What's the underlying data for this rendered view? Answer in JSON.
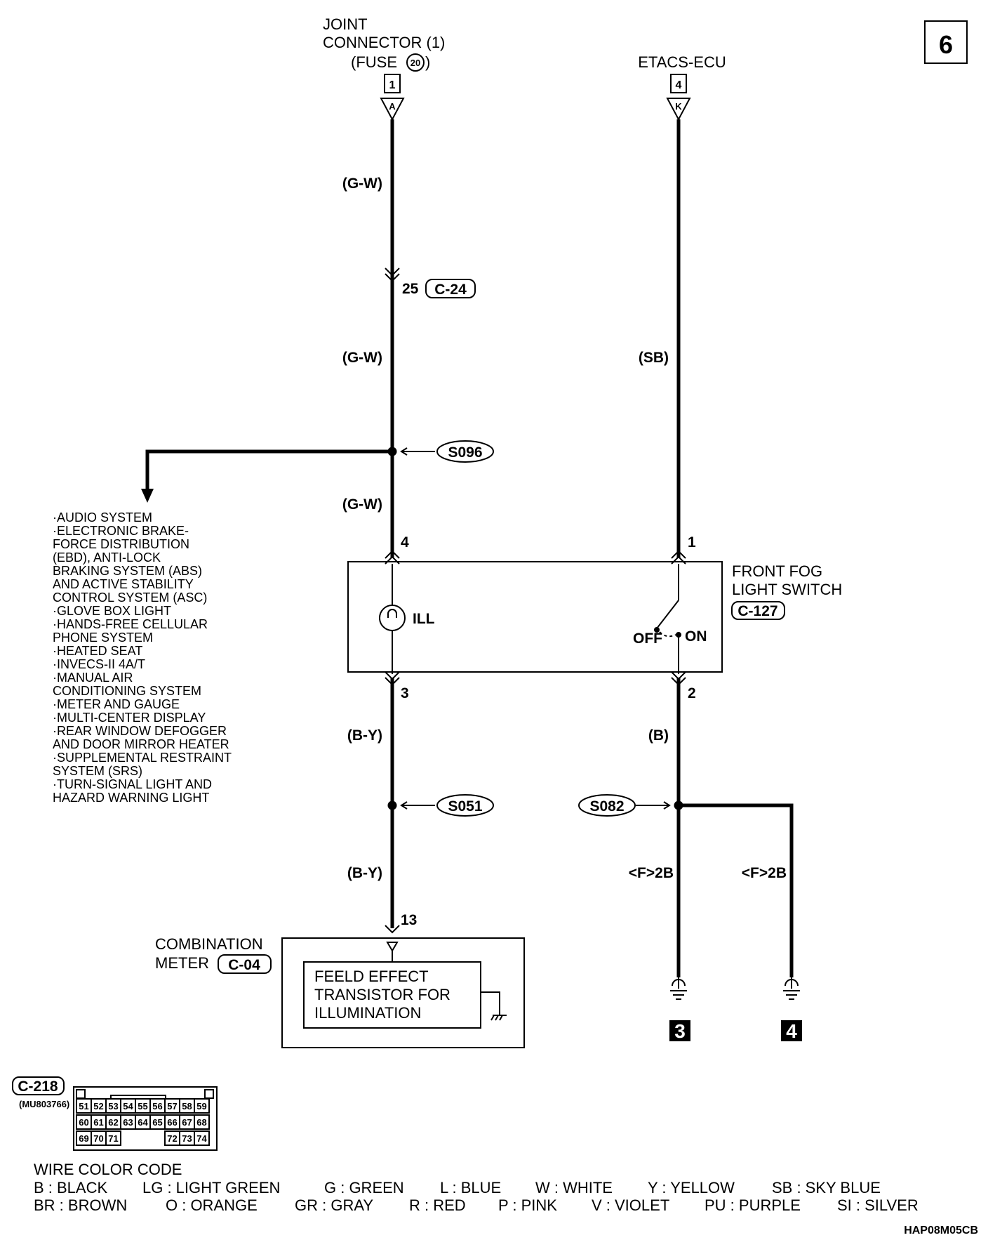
{
  "page_number": "6",
  "top_left": {
    "name_lines": [
      "JOINT",
      "CONNECTOR (1)",
      "(FUSE",
      ")"
    ],
    "fuse_number": "20",
    "pin": "1",
    "connector_letter": "A"
  },
  "top_right": {
    "name": "ETACS-ECU",
    "pin": "4",
    "connector_letter": "K"
  },
  "left_wire": {
    "color_top": "(G-W)",
    "junction_pin": "25",
    "junction_connector": "C-24",
    "color_mid": "(G-W)",
    "splice_top": "S096",
    "color_lower": "(G-W)",
    "switch_pin_top": "4",
    "switch_pin_bottom": "3",
    "color_b1": "(B-Y)",
    "splice_bottom": "S051",
    "color_b2": "(B-Y)",
    "meter_pin": "13"
  },
  "right_wire": {
    "color_top": "(SB)",
    "switch_pin_top": "1",
    "switch_pin_bottom": "2",
    "color_b1": "(B)",
    "splice": "S082",
    "label_left": "<F>2B",
    "label_right": "<F>2B",
    "ground_left": "3",
    "ground_right": "4"
  },
  "switch": {
    "name_lines": [
      "FRONT FOG",
      "LIGHT SWITCH"
    ],
    "connector": "C-127",
    "ill_label": "ILL",
    "off_label": "OFF",
    "on_label": "ON"
  },
  "systems_list": [
    "·AUDIO SYSTEM",
    "·ELECTRONIC BRAKE-",
    " FORCE DISTRIBUTION",
    " (EBD), ANTI-LOCK",
    " BRAKING SYSTEM (ABS)",
    " AND ACTIVE STABILITY",
    " CONTROL SYSTEM (ASC)",
    "·GLOVE BOX LIGHT",
    "·HANDS-FREE CELLULAR",
    " PHONE SYSTEM",
    "·HEATED SEAT",
    "·INVECS-II 4A/T",
    "·MANUAL AIR",
    " CONDITIONING SYSTEM",
    "·METER AND GAUGE",
    "·MULTI-CENTER DISPLAY",
    "·REAR WINDOW DEFOGGER",
    " AND DOOR MIRROR HEATER",
    "·SUPPLEMENTAL RESTRAINT",
    " SYSTEM (SRS)",
    "·TURN-SIGNAL LIGHT AND",
    " HAZARD WARNING LIGHT"
  ],
  "combination_meter": {
    "name_lines": [
      "COMBINATION",
      "METER"
    ],
    "connector": "C-04",
    "inner_lines": [
      "FEELD EFFECT",
      "TRANSISTOR FOR",
      "ILLUMINATION"
    ]
  },
  "connector_view": {
    "name": "C-218",
    "part_number": "(MU803766)",
    "rows": [
      [
        "51",
        "52",
        "53",
        "54",
        "55",
        "56",
        "57",
        "58",
        "59"
      ],
      [
        "60",
        "61",
        "62",
        "63",
        "64",
        "65",
        "66",
        "67",
        "68"
      ],
      [
        "69",
        "70",
        "71",
        "",
        "",
        "",
        "72",
        "73",
        "74"
      ]
    ]
  },
  "wire_color_code": {
    "title": "WIRE COLOR CODE",
    "row1": [
      "B : BLACK",
      "LG : LIGHT GREEN",
      "G : GREEN",
      "L : BLUE",
      "W : WHITE",
      "Y : YELLOW",
      "SB : SKY BLUE"
    ],
    "row2": [
      "BR : BROWN",
      "O : ORANGE",
      "GR : GRAY",
      "R : RED",
      "P : PINK",
      "V : VIOLET",
      "PU : PURPLE",
      "SI : SILVER"
    ]
  },
  "diagram_code": "HAP08M05CB"
}
